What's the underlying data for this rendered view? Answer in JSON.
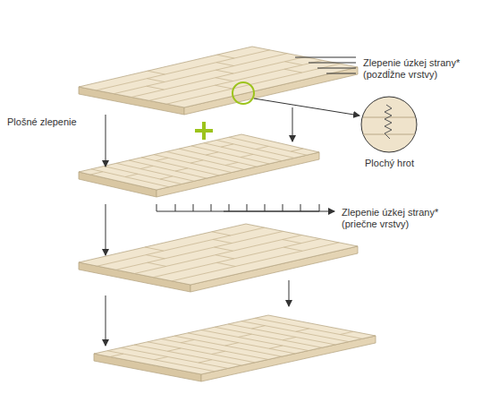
{
  "diagram": {
    "labels": [
      "Zlepenie úzkej strany* (pozdĺžne vrstvy)",
      "Plošné zlepenie",
      "Plochý hrot",
      "Zlepenie úzkej strany* (priečne vrstvy)"
    ]
  }
}
